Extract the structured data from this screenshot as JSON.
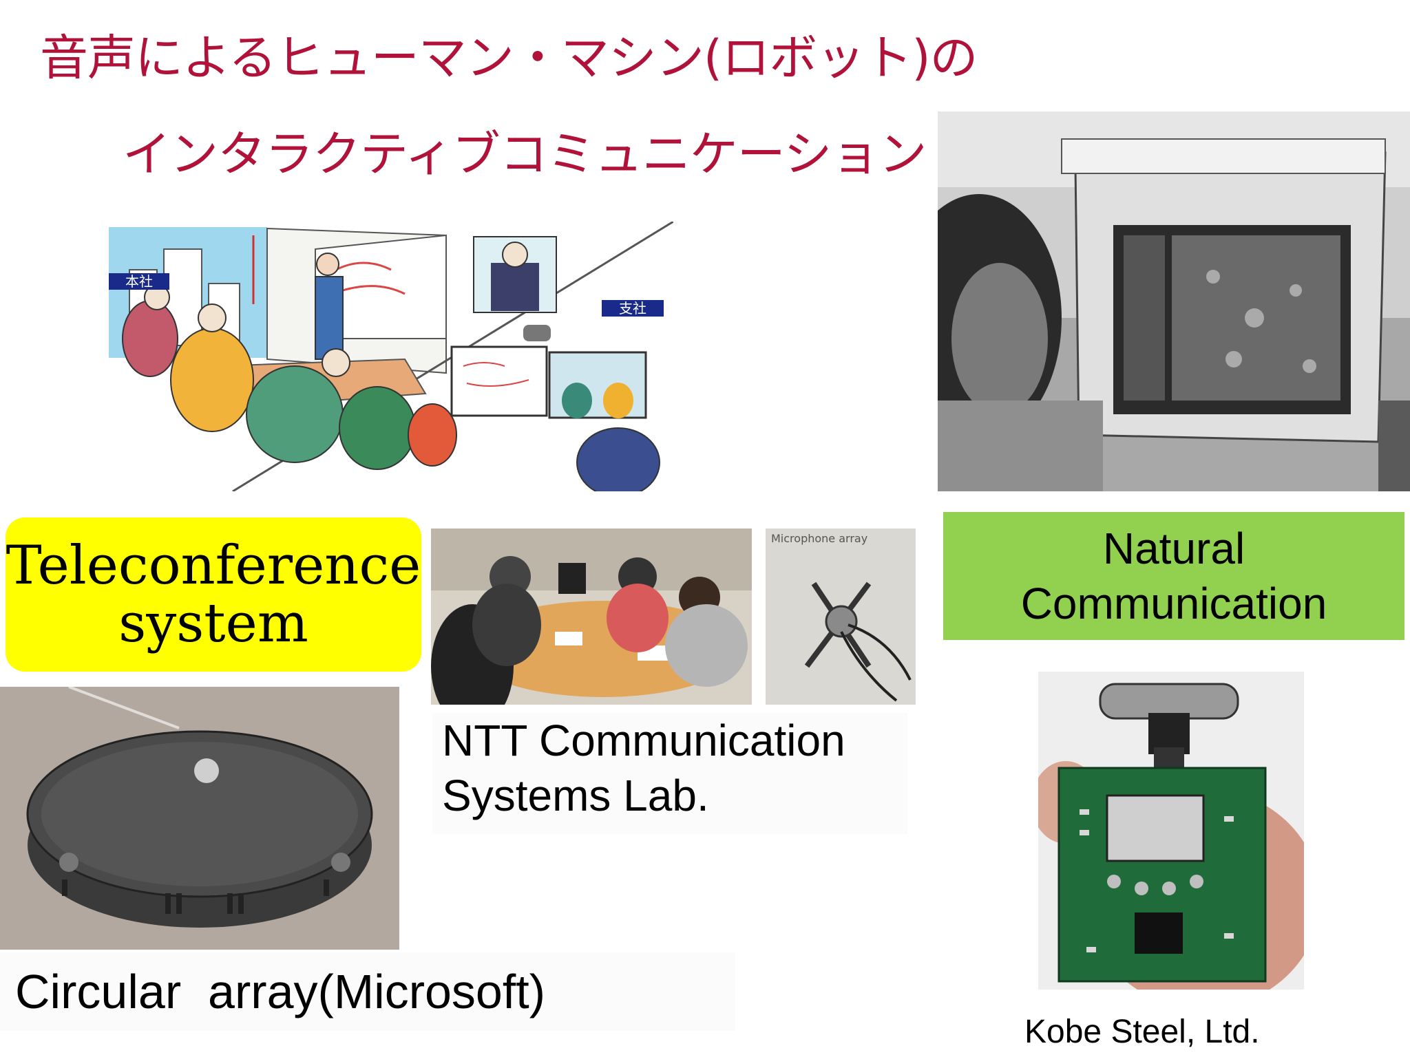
{
  "title": {
    "line1": "音声によるヒューマン・マシン(ロボット)の",
    "line2": "インタラクティブコミュニケーション"
  },
  "sketch": {
    "sign_main": "本社",
    "sign_branch": "支社"
  },
  "mic_photo": {
    "label": "Microphone array"
  },
  "labels": {
    "teleconference": [
      "Teleconference",
      "system"
    ],
    "natural": [
      "Natural",
      "Communication"
    ]
  },
  "captions": {
    "ntt": [
      "NTT Communication",
      "Systems Lab."
    ],
    "circular": "Circular  array(Microsoft)",
    "kobe": "Kobe Steel, Ltd."
  },
  "colors": {
    "title": "#b0123a",
    "teleconference_bg": "#ffff00",
    "natural_bg": "#92d050"
  }
}
